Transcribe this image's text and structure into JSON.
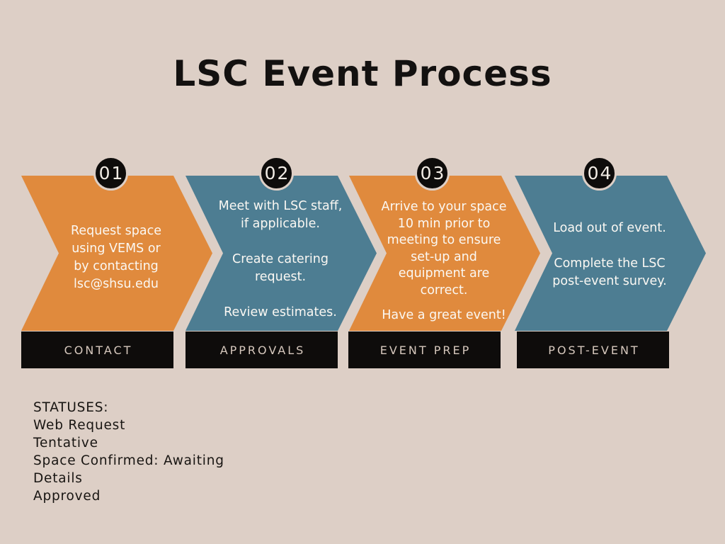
{
  "title": "LSC Event Process",
  "colors": {
    "background": "#ddcfc6",
    "orange": "#e08a3d",
    "teal": "#4d7d92",
    "black": "#0e0c0b",
    "banner_text": "#d6c8bd",
    "step_text": "#fbf8f3"
  },
  "steps": [
    {
      "number": "01",
      "label": "CONTACT",
      "color": "#e08a3d",
      "paragraphs": [
        [
          "Request space",
          "using VEMS or",
          "by contacting",
          "lsc@shsu.edu"
        ]
      ]
    },
    {
      "number": "02",
      "label": "APPROVALS",
      "color": "#4d7d92",
      "paragraphs": [
        [
          "Meet with LSC staff,",
          "if applicable."
        ],
        [
          "Create catering",
          "request."
        ],
        [
          "Review estimates."
        ]
      ]
    },
    {
      "number": "03",
      "label": "EVENT PREP",
      "color": "#e08a3d",
      "paragraphs": [
        [
          "Arrive to your space",
          "10 min prior to",
          "meeting to ensure",
          "set-up and",
          "equipment are",
          "correct."
        ],
        [
          "Have a great event!"
        ]
      ]
    },
    {
      "number": "04",
      "label": "POST-EVENT",
      "color": "#4d7d92",
      "paragraphs": [
        [
          "Load out of event."
        ],
        [
          "Complete the LSC",
          "post-event survey."
        ]
      ]
    }
  ],
  "statuses": {
    "heading": "STATUSES:",
    "lines": [
      "Web Request",
      "Tentative",
      "Space Confirmed: Awaiting",
      "Details",
      "Approved"
    ]
  }
}
